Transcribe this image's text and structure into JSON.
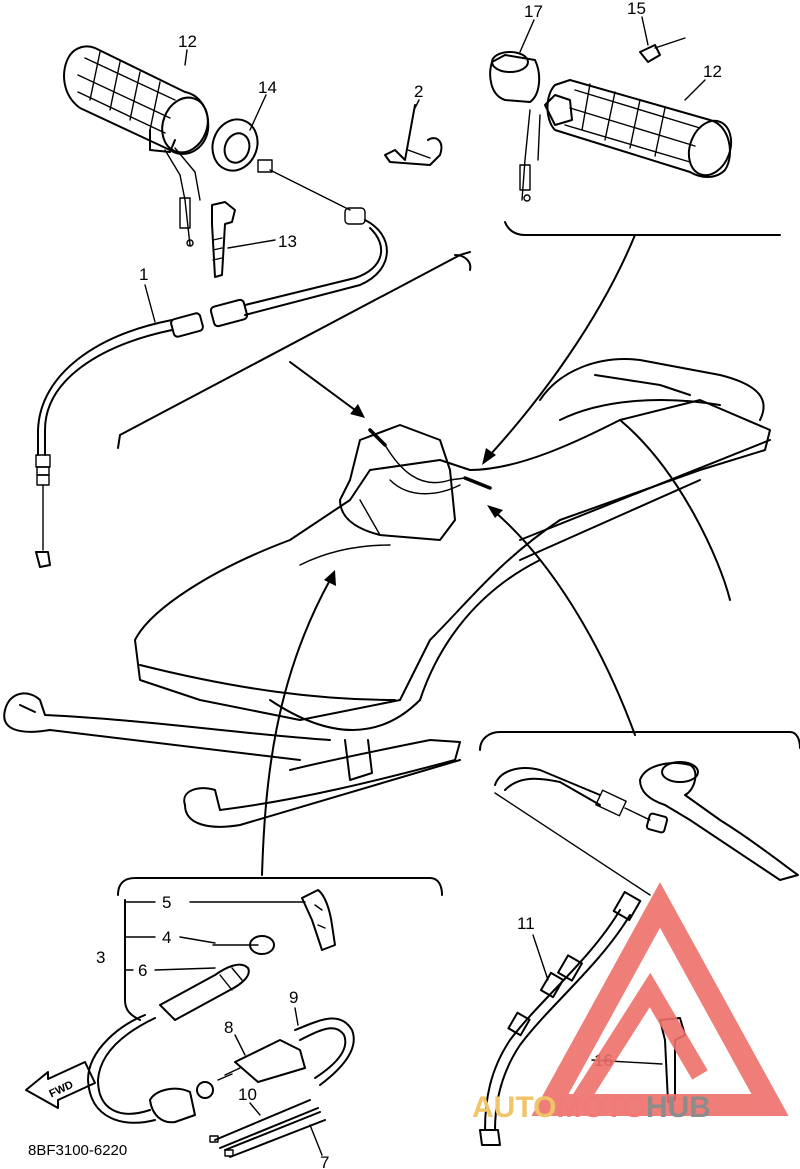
{
  "diagram_code": "8BF3100-6220",
  "fwd_label": "FWD",
  "callouts": {
    "c1": "1",
    "c2": "2",
    "c3": "3",
    "c4": "4",
    "c5": "5",
    "c6": "6",
    "c7": "7",
    "c8": "8",
    "c9": "9",
    "c10": "10",
    "c11": "11",
    "c12a": "12",
    "c12b": "12",
    "c13": "13",
    "c14": "14",
    "c15": "15",
    "c16": "16",
    "c17": "17"
  },
  "watermark": {
    "part1": "AUTO",
    "part2": "MOTO",
    "part3": "HUB"
  },
  "colors": {
    "line": "#000000",
    "wm_triangle": "#ee6f6a",
    "wm_auto": "#f2c46a",
    "wm_moto": "#ef7a78",
    "wm_hub": "#8c8c8c"
  }
}
